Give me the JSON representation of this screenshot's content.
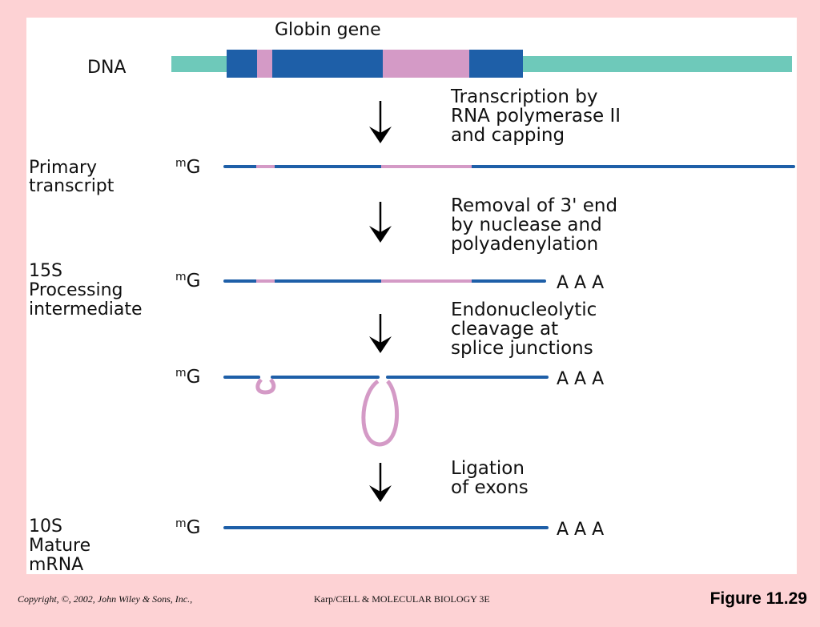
{
  "gene_title": "Globin gene",
  "dna_label": "DNA",
  "steps": [
    [
      "Transcription by",
      "RNA polymerase II",
      "and capping"
    ],
    [
      "Removal of 3' end",
      "by nuclease and",
      "polyadenylation"
    ],
    [
      "Endonucleolytic",
      "cleavage at",
      "splice junctions"
    ],
    [
      "Ligation",
      "of exons"
    ]
  ],
  "stages": [
    {
      "label_lines": [
        "Primary",
        "transcript"
      ],
      "cap": "G",
      "cap_sup": "m",
      "tail": ""
    },
    {
      "label_lines": [
        "15S",
        "Processing",
        "intermediate"
      ],
      "cap": "G",
      "cap_sup": "m",
      "tail": "A A A"
    },
    {
      "label_lines": [],
      "cap": "G",
      "cap_sup": "m",
      "tail": "A A A"
    },
    {
      "label_lines": [
        "10S",
        "Mature",
        "mRNA"
      ],
      "cap": "G",
      "cap_sup": "m",
      "tail": "A A A"
    }
  ],
  "colors": {
    "background": "#fdd2d4",
    "exon": "#1e5fa8",
    "intron": "#d49ac6",
    "flank": "#6ec9ba"
  },
  "footer": {
    "copyright": "Copyright, ©, 2002, John Wiley & Sons, Inc.,",
    "source": "Karp/CELL & MOLECULAR BIOLOGY 3E",
    "figure": "Figure 11.29"
  }
}
